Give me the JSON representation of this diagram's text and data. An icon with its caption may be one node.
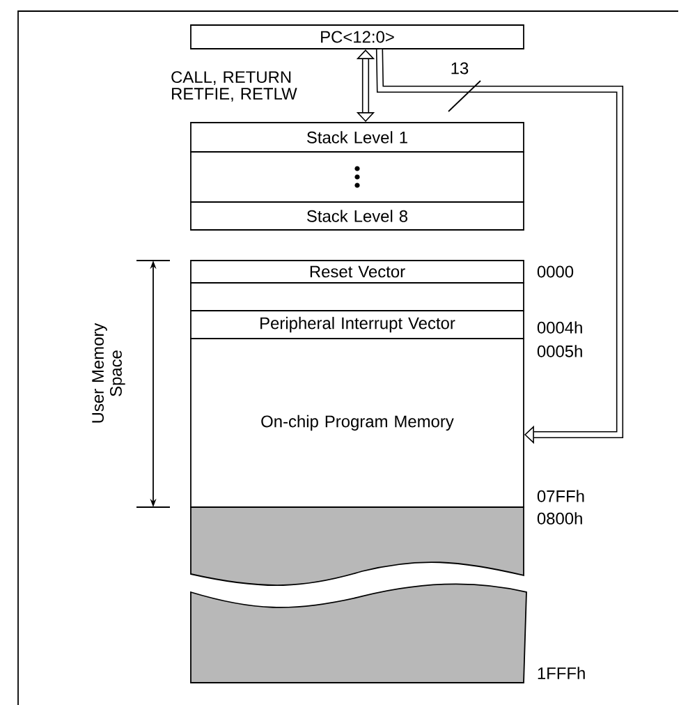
{
  "diagram": {
    "nodes": [
      {
        "text": [
          "PC<12:0>"
        ]
      },
      {
        "text": [
          "Stack Level 1"
        ]
      },
      {
        "text": [],
        "shape": "box"
      },
      {
        "text": [
          "Stack Level 8"
        ]
      },
      {
        "text": [
          "Reset Vector"
        ],
        "beside": [
          "0000"
        ]
      },
      {
        "text": [],
        "shape": "box"
      },
      {
        "text": [
          "Peripheral Interrupt Vector"
        ],
        "beside": [
          "0004h"
        ]
      },
      {
        "text": [
          "On-chip Program Memory"
        ],
        "beside": [
          "0005h",
          "07FFh"
        ]
      },
      {
        "text": [],
        "shape": "box",
        "beside": [
          "0800h"
        ]
      },
      {
        "text": [],
        "shape": "box",
        "beside": [
          "1FFFh"
        ]
      }
    ],
    "edges": [
      {
        "from": 0,
        "to": 1,
        "arrow": "both",
        "label": "CALL, RETURN RETFIE, RETLW"
      },
      {
        "from": 0,
        "to": 7,
        "arrow": "to",
        "label": "13"
      }
    ],
    "labels": [
      "User Memory Space"
    ]
  }
}
